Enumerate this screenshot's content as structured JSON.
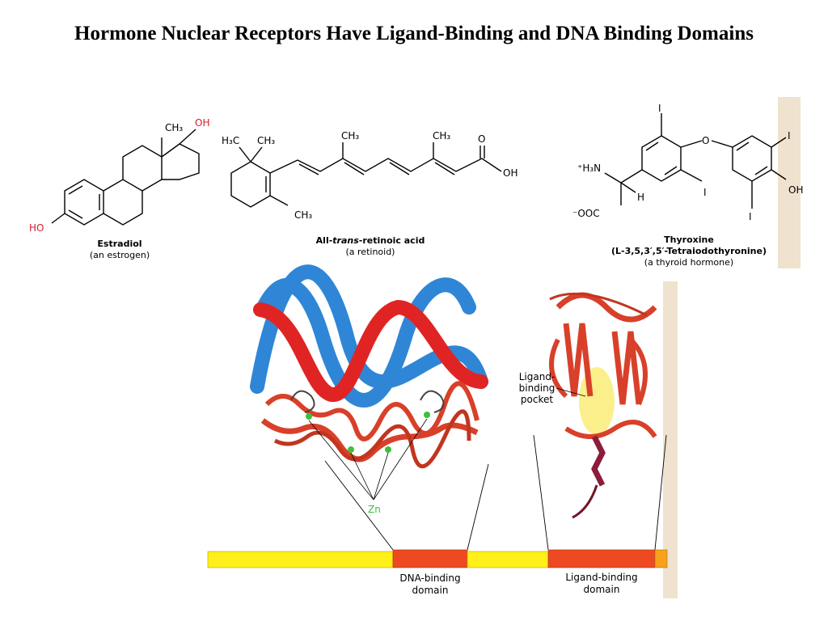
{
  "title": "Hormone Nuclear Receptors Have Ligand-Binding and DNA Binding Domains",
  "molecules": {
    "estradiol": {
      "name": "Estradiol",
      "subtitle": "(an estrogen)",
      "atoms": {
        "ch3": "CH₃",
        "oh_top": "OH",
        "ho": "HO"
      }
    },
    "retinoic": {
      "name_pre": "All-",
      "name_italic": "trans",
      "name_post": "-retinoic acid",
      "subtitle": "(a retinoid)",
      "atoms": {
        "h3c": "H₃C",
        "ch3_a": "CH₃",
        "ch3_b": "CH₃",
        "ch3_c": "CH₃",
        "ch3_d": "CH₃",
        "o": "O",
        "oh": "OH"
      }
    },
    "thyroxine": {
      "name": "Thyroxine",
      "name2": "(L-3,5,3′,5′-Tetraiodothyronine)",
      "subtitle": "(a thyroid hormone)",
      "atoms": {
        "i1": "I",
        "i2": "I",
        "i3": "I",
        "i4": "I",
        "o": "O",
        "oh": "OH",
        "nh3": "⁺H₃N",
        "h": "H",
        "coo": "⁻OOC"
      }
    }
  },
  "labels": {
    "zn": "Zn",
    "pocket_line1": "Ligand-",
    "pocket_line2": "binding",
    "pocket_line3": "pocket",
    "dna_domain_line1": "DNA-binding",
    "dna_domain_line2": "domain",
    "ligand_domain_line1": "Ligand-binding",
    "ligand_domain_line2": "domain"
  },
  "colors": {
    "domain_yellow": "#ffef1a",
    "domain_red": "#ee4a22",
    "domain_orange": "#f7a21a",
    "dna_red": "#e02424",
    "dna_blue": "#2f86d6",
    "protein_red": "#d8402a",
    "pocket_yellow": "#fbef8c",
    "zn_green": "#3ec03a"
  }
}
